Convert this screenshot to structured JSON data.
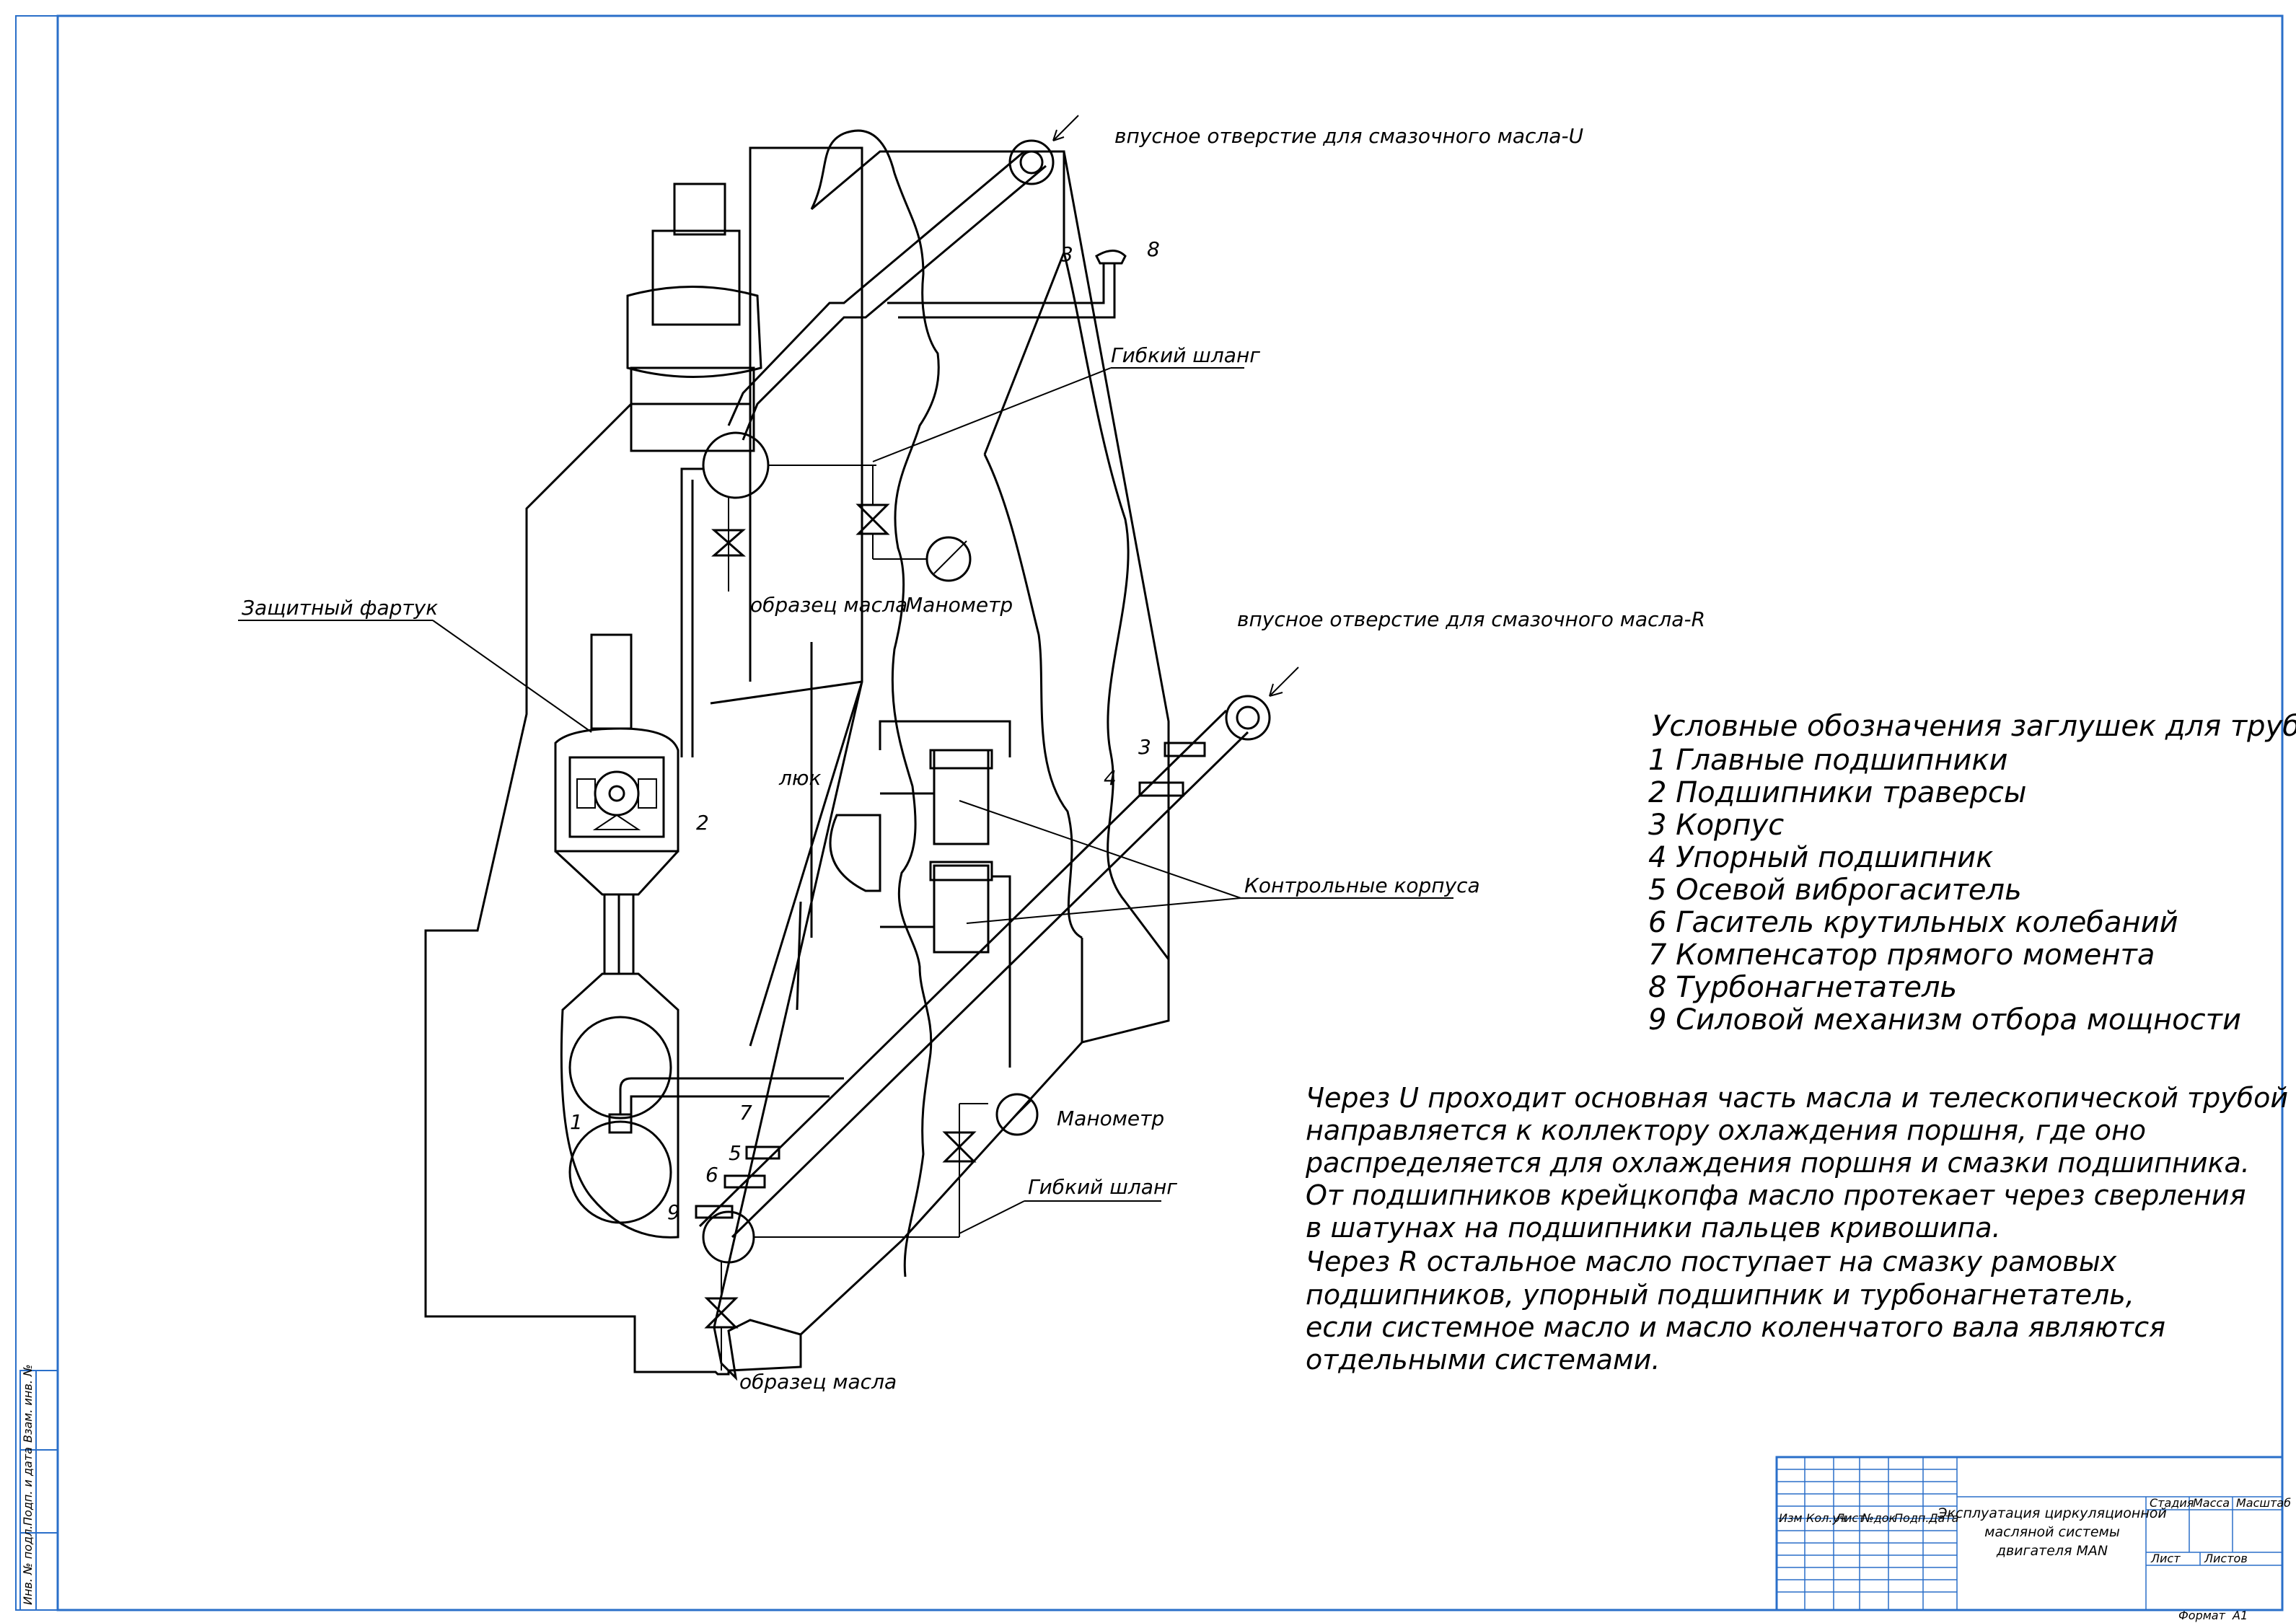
{
  "labels": {
    "inlet_u": "впусное отверстие для смазочного масла-U",
    "inlet_r": "впусное отверстие для смазочного масла-R",
    "flex_hose_top": "Гибкий шланг",
    "flex_hose_bottom": "Гибкий шланг",
    "sample_top": "образец масла",
    "sample_bottom": "образец масла",
    "manometer_top": "Манометр",
    "manometer_bottom": "Манометр",
    "apron": "Защитный фартук",
    "hatch": "люк",
    "control_housings": "Контрольные корпуса",
    "n1": "1",
    "n2": "2",
    "n3_top": "3",
    "n3_right": "3",
    "n4": "4",
    "n5": "5",
    "n6": "6",
    "n7": "7",
    "n8": "8",
    "n9": "9"
  },
  "legend": {
    "title": "Условные обозначения заглушек для труб",
    "items": [
      "1 Главные подшипники",
      "2 Подшипники траверсы",
      "3 Корпус",
      "4 Упорный подшипник",
      "5 Осевой виброгаситель",
      "6 Гаситель крутильных колебаний",
      "7 Компенсатор прямого момента",
      "8 Турбонагнетатель",
      "9 Силовой механизм отбора мощности"
    ]
  },
  "description": [
    "Через U проходит основная часть масла и телескопической трубой",
    "направляется к коллектору охлаждения поршня, где оно",
    "распределяется для охлаждения поршня и смазки подшипника.",
    "От подшипников крейцкопфа масло протекает через сверления",
    "в шатунах на подшипники пальцев кривошипа.",
    "Через R остальное масло поступает на смазку рамовых",
    " подшипников, упорный подшипник и турбонагнетатель,",
    " если системное масло и масло коленчатого вала являются",
    "отдельными системами."
  ],
  "title_block": {
    "columns": [
      "Изм",
      "Кол.уч",
      "Лист",
      "№док",
      "Подп.",
      "Дата"
    ],
    "title_lines": [
      "Эксплуатация циркуляционной",
      "масляной системы",
      "двигателя MAN"
    ],
    "stage": "Стадия",
    "mass": "Масса",
    "scale": "Масштаб",
    "sheet": "Лист",
    "sheets": "Листов",
    "format": "Формат",
    "format_value": "А1"
  },
  "side_stamp": [
    "Инв. № подл.",
    "Подп. и дата",
    "Взам. инв. №"
  ],
  "colors": {
    "frame": "#2a6fc9",
    "ink": "#000000"
  }
}
